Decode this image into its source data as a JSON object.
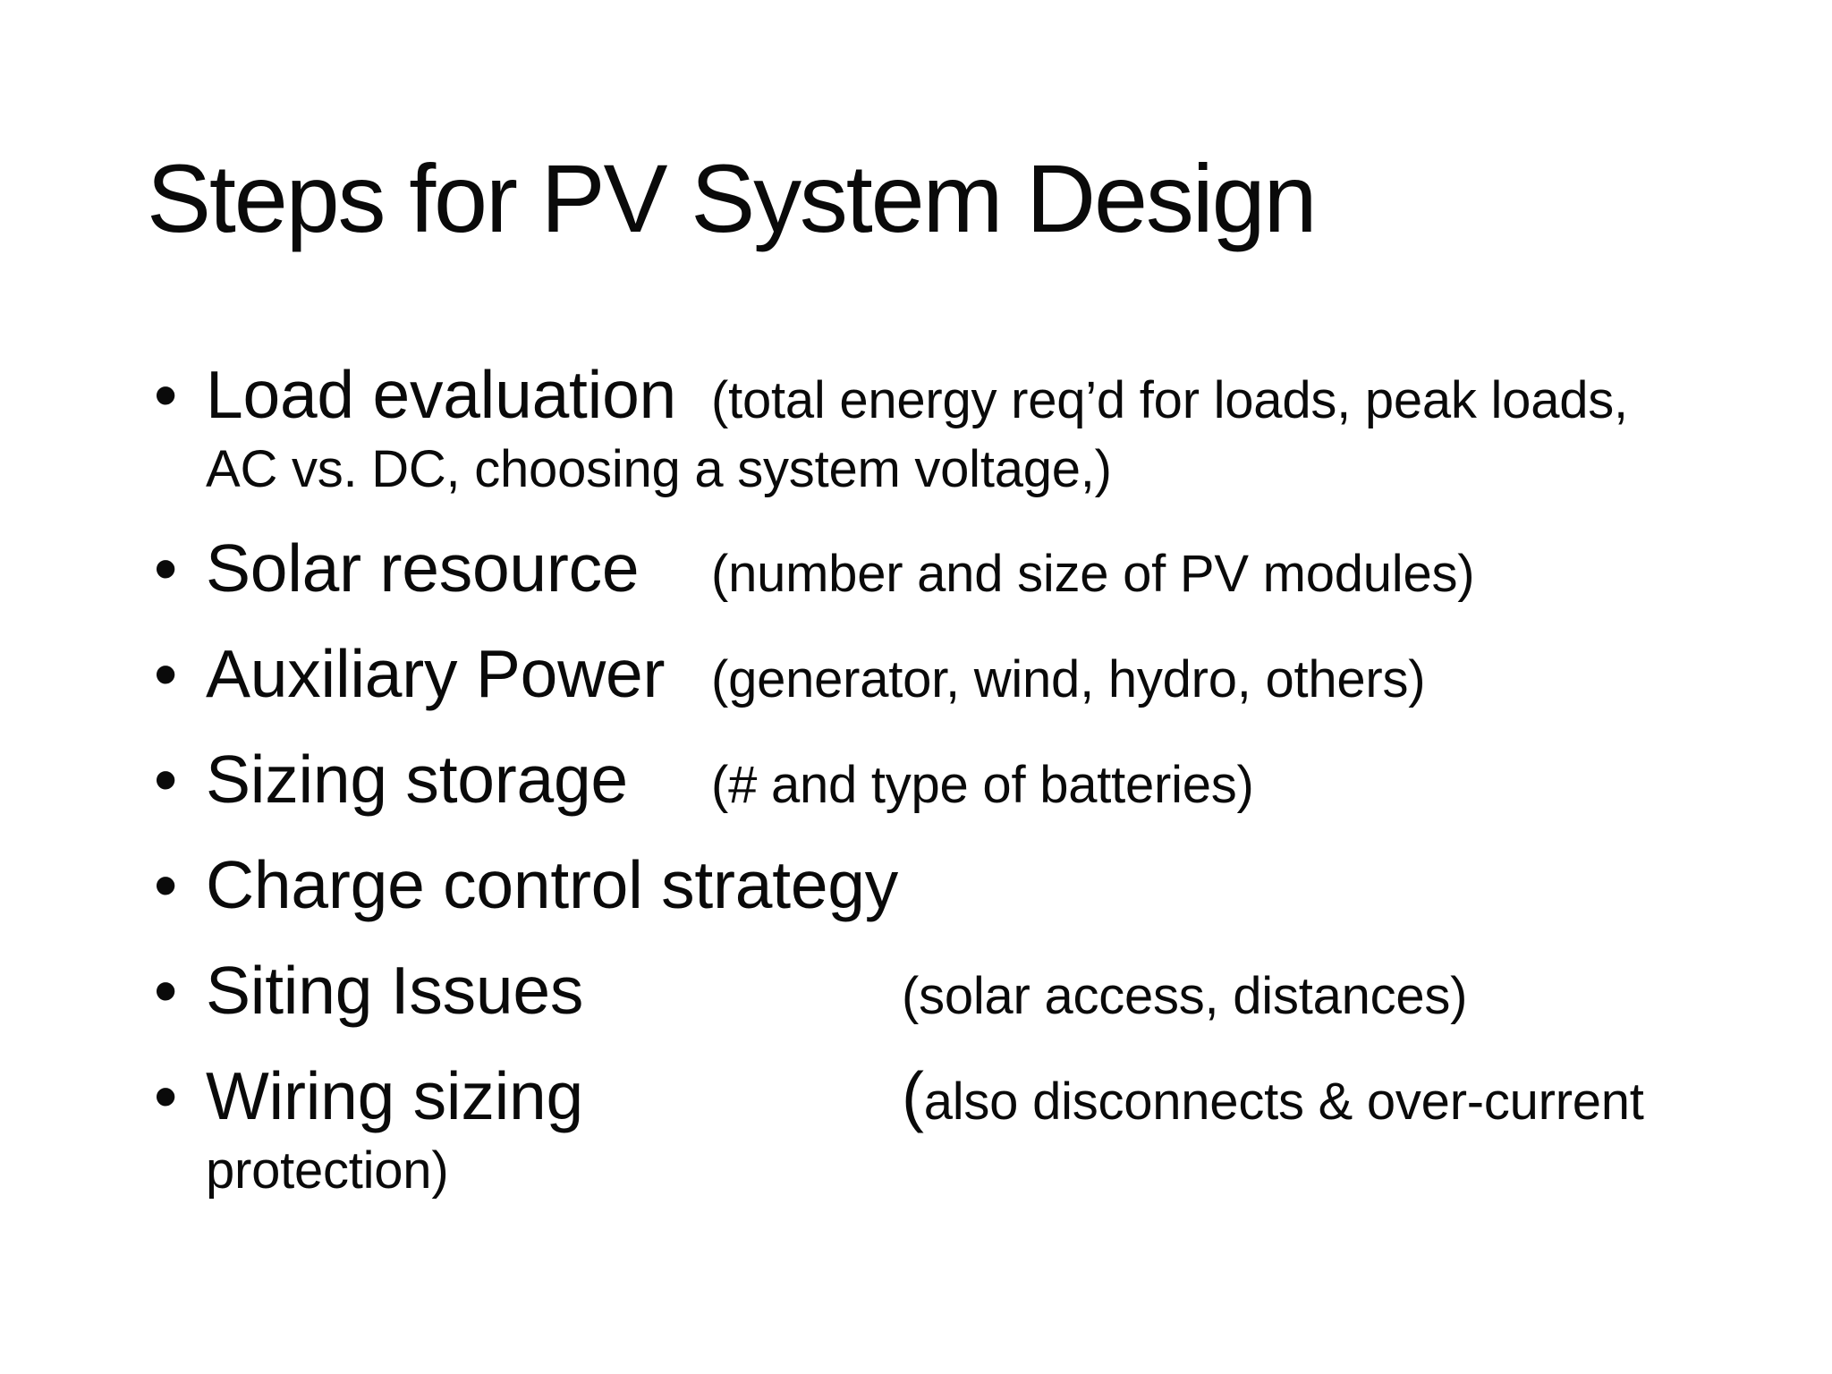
{
  "slide": {
    "title": "Steps for PV System Design",
    "bullet_char": "•",
    "bullets": [
      {
        "main": "Load evaluation",
        "paren": "(total energy req’d for loads, peak loads,",
        "wrap": "AC vs. DC, choosing a system voltage,)"
      },
      {
        "main": "Solar resource",
        "paren": "(number and size of PV modules)"
      },
      {
        "main": "Auxiliary Power",
        "paren": "(generator, wind, hydro, others)"
      },
      {
        "main": "Sizing storage",
        "paren": "(# and type of batteries)"
      },
      {
        "main": "Charge control strategy"
      },
      {
        "main": "Siting Issues",
        "paren": "(solar access, distances)"
      },
      {
        "main": "Wiring sizing",
        "paren_open": "(",
        "paren": "also disconnects & over-current",
        "wrap": "protection)"
      }
    ]
  }
}
